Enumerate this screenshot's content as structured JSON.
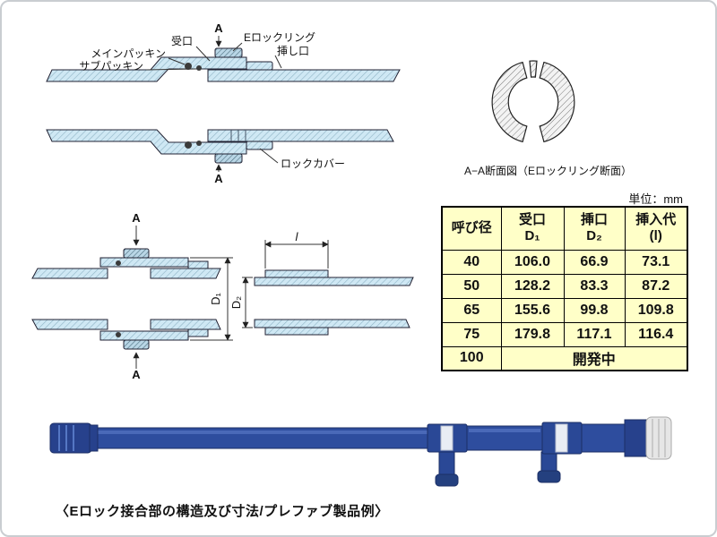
{
  "colors": {
    "pipe_fill": "#cfe8f4",
    "product_blue": "#2e4d9e",
    "table_bg": "#ffffc8"
  },
  "joint_diagram": {
    "a_top": "A",
    "a_bottom": "A",
    "socket": "受口",
    "main_packing": "メインパッキン",
    "sub_packing": "サブパッキン",
    "e_lock_ring": "Eロックリング",
    "spigot": "挿し口",
    "lock_cover": "ロックカバー"
  },
  "section_view": {
    "caption": "A−A断面図（Eロックリング断面）"
  },
  "dim_diagram_left": {
    "a_top": "A",
    "a_bottom": "A",
    "d1": "D₁"
  },
  "dim_diagram_right": {
    "l": "l",
    "d2": "D₂"
  },
  "table": {
    "unit_label": "単位：mm",
    "headers": {
      "size": "呼び径",
      "socket": "受口",
      "socket_dim": "D₁",
      "spigot": "挿口",
      "spigot_dim": "D₂",
      "insertion": "挿入代",
      "insertion_dim": "(l)"
    },
    "rows": [
      {
        "size": "40",
        "d1": "106.0",
        "d2": "66.9",
        "l": "73.1"
      },
      {
        "size": "50",
        "d1": "128.2",
        "d2": "83.3",
        "l": "87.2"
      },
      {
        "size": "65",
        "d1": "155.6",
        "d2": "99.8",
        "l": "109.8"
      },
      {
        "size": "75",
        "d1": "179.8",
        "d2": "117.1",
        "l": "116.4"
      }
    ],
    "dev_row": {
      "size": "100",
      "status": "開発中"
    }
  },
  "figure_caption": "〈Eロック接合部の構造及び寸法/プレファブ製品例〉"
}
